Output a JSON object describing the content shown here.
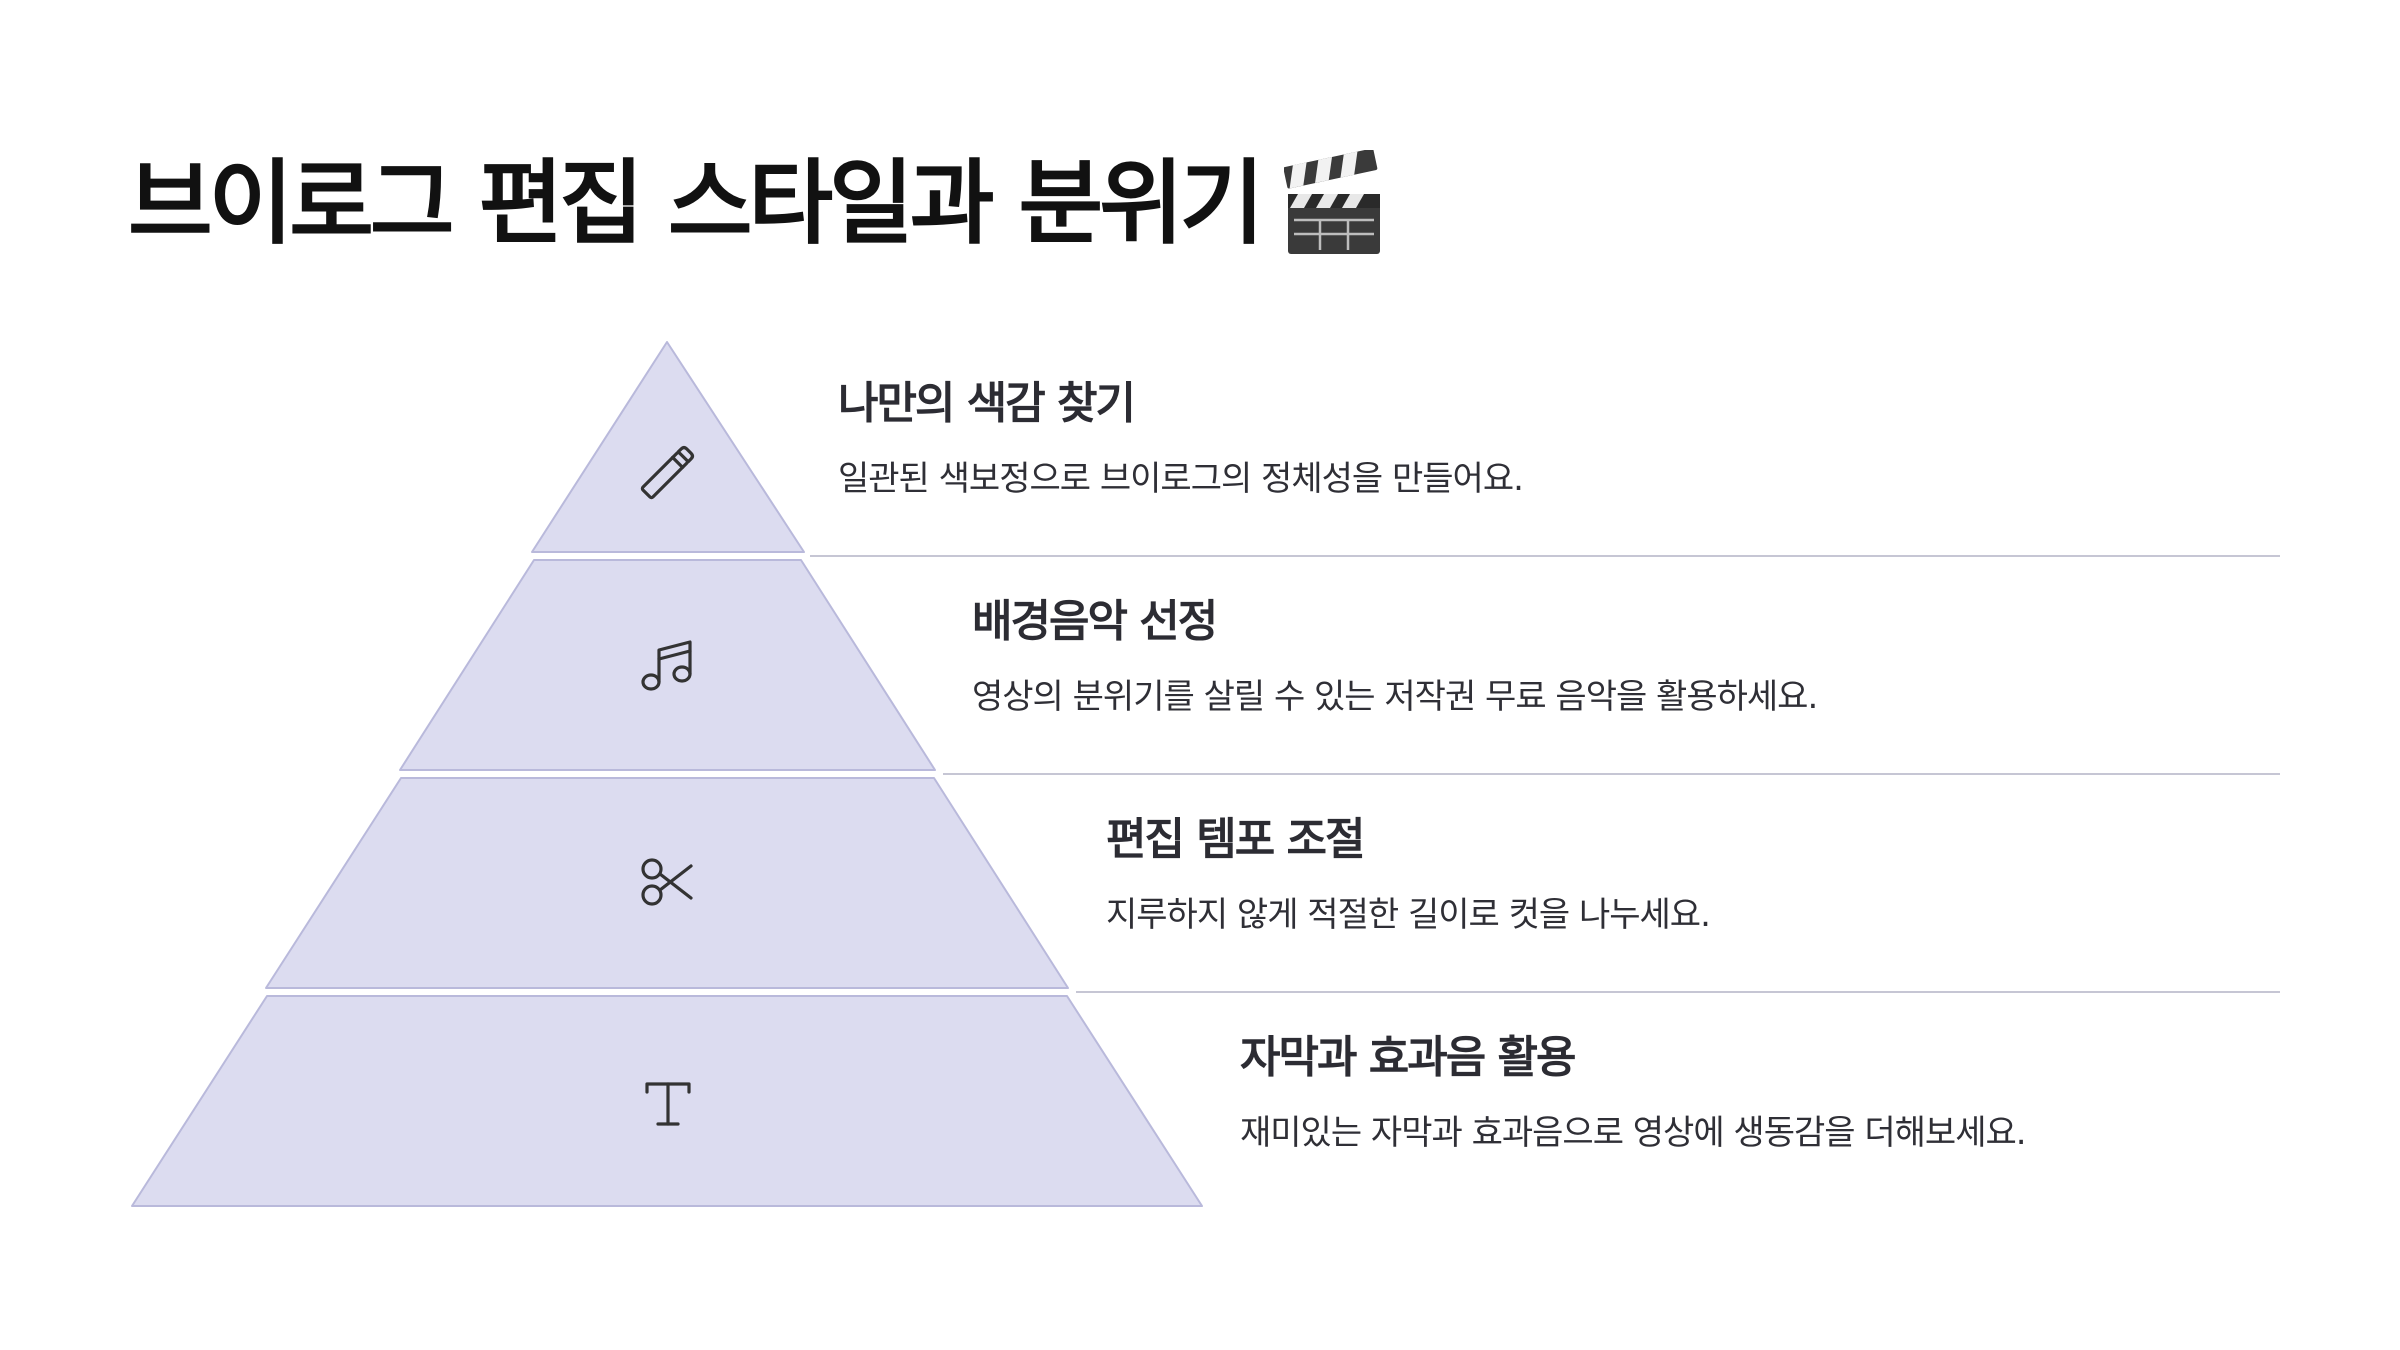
{
  "title": "브이로그 편집 스타일과 분위기",
  "title_icon": "clapper-board-icon",
  "colors": {
    "tier_fill": "#dcdcf0",
    "tier_stroke": "#b9b9db",
    "divider": "#c6c6d4",
    "icon_stroke": "#333333"
  },
  "tiers": [
    {
      "icon": "pencil-icon",
      "title": "나만의 색감 찾기",
      "description": "일관된 색보정으로 브이로그의 정체성을 만들어요."
    },
    {
      "icon": "music-note-icon",
      "title": "배경음악 선정",
      "description": "영상의 분위기를 살릴 수 있는 저작권 무료 음악을 활용하세요."
    },
    {
      "icon": "scissors-icon",
      "title": "편집 템포 조절",
      "description": "지루하지 않게 적절한 길이로 컷을 나누세요."
    },
    {
      "icon": "text-icon",
      "title": "자막과 효과음 활용",
      "description": "재미있는 자막과 효과음으로 영상에 생동감을 더해보세요."
    }
  ]
}
